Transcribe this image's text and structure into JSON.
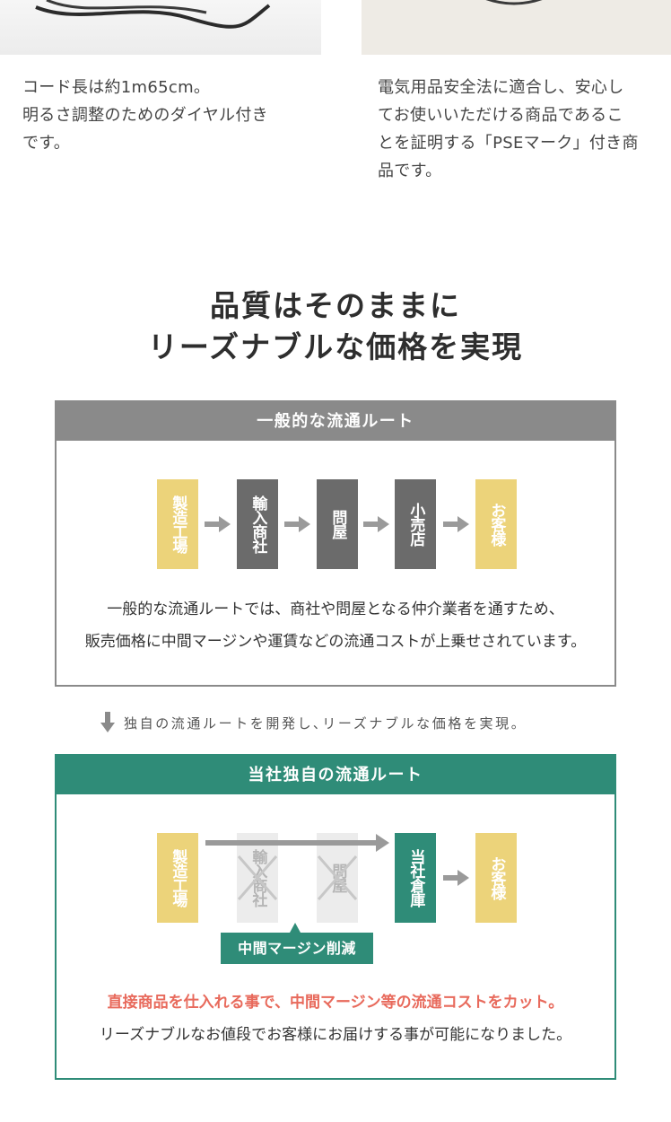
{
  "top": {
    "left_caption": [
      "コード長は約1m65cm。",
      "明るさ調整のためのダイヤル付き",
      "です。"
    ],
    "right_caption": [
      "電気用品安全法に適合し、安心し",
      "てお使いいただける商品であるこ",
      "とを証明する「PSEマーク」付き商",
      "品です。"
    ]
  },
  "heading": {
    "line1": "品質はそのままに",
    "line2": "リーズナブルな価格を実現"
  },
  "general_route": {
    "title": "一般的な流通ルート",
    "stages": [
      "製造工場",
      "輸入商社",
      "問屋",
      "小売店",
      "お客様"
    ],
    "desc_line1": "一般的な流通ルートでは、商社や問屋となる仲介業者を通すため、",
    "desc_line2": "販売価格に中間マージンや運賃などの流通コストが上乗せされています。"
  },
  "between": {
    "text": "独自の流通ルートを開発し､リーズナブルな価格を実現。"
  },
  "own_route": {
    "title": "当社独自の流通ルート",
    "stages": [
      "製造工場",
      "輸入商社",
      "問屋",
      "当社倉庫",
      "お客様"
    ],
    "margin_label": "中間マージン削減",
    "desc_red": "直接商品を仕入れる事で、中間マージン等の流通コストをカット。",
    "desc_line": "リーズナブルなお値段でお客様にお届けする事が可能になりました。"
  },
  "colors": {
    "accent_green": "#2f8c78",
    "stage_yellow": "#ecd37a",
    "stage_gray": "#6b6b6b",
    "header_gray": "#8a8a8a",
    "highlight_red": "#e86a5c"
  },
  "icons": {
    "flow_arrow": "right-arrow-icon",
    "down_arrow": "down-arrow-icon",
    "removed_mark": "cross-icon"
  }
}
